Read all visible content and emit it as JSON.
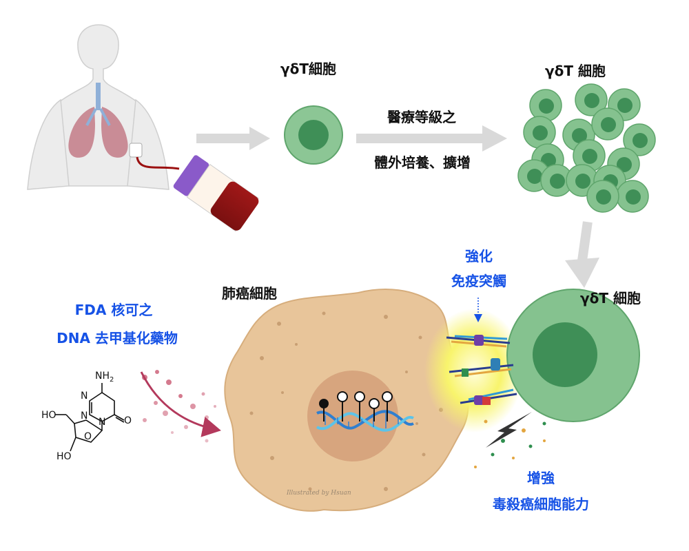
{
  "labels": {
    "gd_cell_1": "γδT細胞",
    "gd_cell_2": "γδT 細胞",
    "gd_cell_3": "γδT 細胞",
    "culture_line1": "醫療等級之",
    "culture_line2": "體外培養、擴增",
    "lung_cancer_cell": "肺癌細胞",
    "fda_line1": "FDA 核可之",
    "fda_line2": "DNA 去甲基化藥物",
    "checkpoint_line1": "強化",
    "checkpoint_line2": "免疫突觸",
    "kill_line1": "增強",
    "kill_line2": "毒殺癌細胞能力",
    "credit": "Illustrated by Hsuan"
  },
  "molecule": {
    "nh2": "NH",
    "nh2_sub": "2",
    "n1": "N",
    "n2": "N",
    "n3": "N",
    "o_carbonyl": "O",
    "o_ring": "O",
    "ho1": "HO",
    "ho2": "HO"
  },
  "colors": {
    "blue_text": "#1652e6",
    "tcell_fill": "#85c28f",
    "tcell_nucleus": "#3f8f57",
    "cancer_cell": "#e8c59a",
    "cancer_nucleus": "#d7a57e",
    "arrow_gray": "#d9d9d9",
    "drug_dot": "#d47a8e",
    "glow": "#f6f25a"
  }
}
